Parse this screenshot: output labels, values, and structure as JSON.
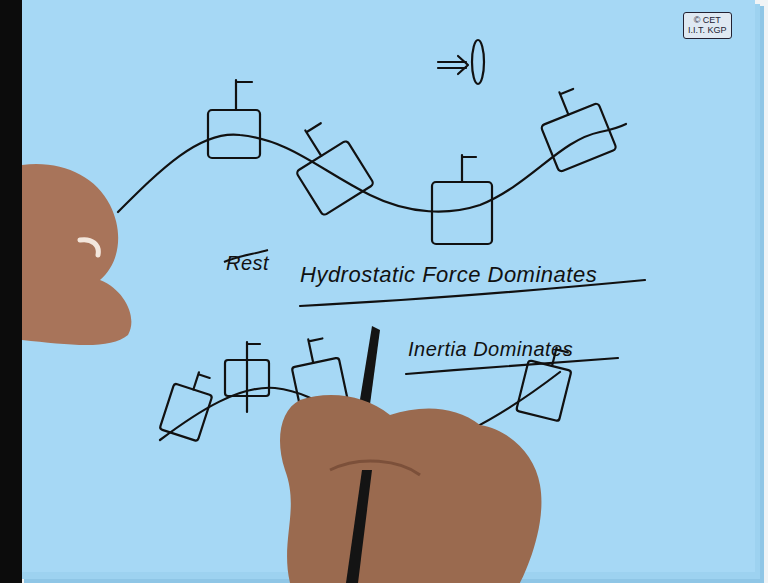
{
  "diagram": {
    "nodes": [
      {
        "text": [
          "© CET",
          "I.I.T. KGP"
        ]
      }
    ],
    "labels": [
      "Rest",
      "Hydrostatic Force Dominates",
      "Inertia Dominates"
    ]
  }
}
